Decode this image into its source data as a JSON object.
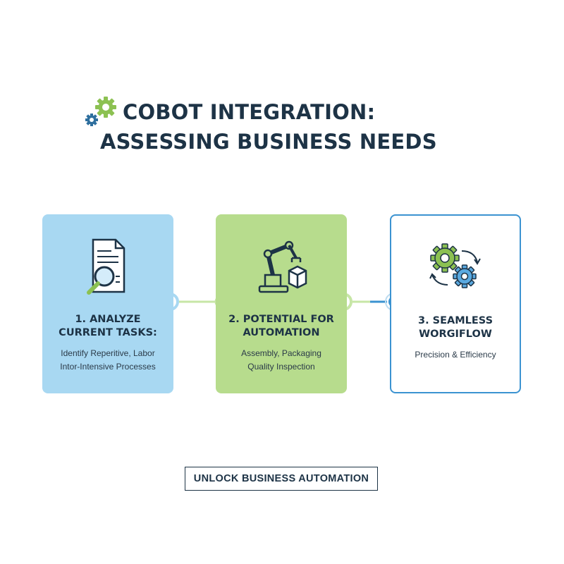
{
  "title": {
    "line1": "COBOT INTEGRATION:",
    "line2": "ASSESSING BUSINESS NEEDS",
    "icon": "gears-icon"
  },
  "steps": [
    {
      "heading": "1. ANALYZE\nCURRENT TASKS:",
      "description": "Identify Reperitive, Labor\nIntor-Intensive Processes",
      "icon": "document-magnifier-icon",
      "color": "#a8d8f2"
    },
    {
      "heading": "2. POTENTIAL FOR\nAUTOMATION",
      "description": "Assembly, Packaging\nQuality Inspection",
      "icon": "robot-arm-icon",
      "color": "#b7dc8d"
    },
    {
      "heading": "3. SEAMLESS\nWORGIFLOW",
      "description": "Precision & Efficiency",
      "icon": "gears-cycle-icon",
      "color": "#3b93d1"
    }
  ],
  "cta": {
    "label": "UNLOCK BUSINESS AUTOMATION"
  },
  "colors": {
    "navy": "#1d3346",
    "blue": "#3b93d1",
    "green": "#8cc152",
    "light_blue": "#a8d8f2",
    "light_green": "#b7dc8d"
  }
}
